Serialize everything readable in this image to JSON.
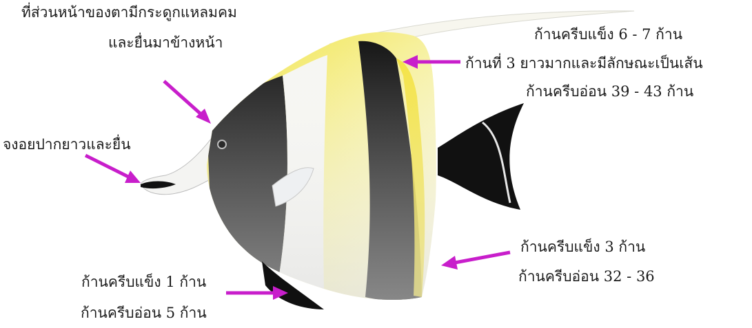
{
  "colors": {
    "arrow": "#c81ecb",
    "fish_black": "#111111",
    "fish_white": "#f7f7f4",
    "fish_yellow": "#f2e437",
    "fish_cream": "#f8f6c8"
  },
  "labels": {
    "orbit": [
      "ที่ส่วนหน้าของตามีกระดูกแหลมคม",
      "และยื่นมาข้างหน้า"
    ],
    "dorsal": [
      "ก้านครีบแข็ง 6 - 7 ก้าน",
      "ก้านที่ 3 ยาวมากและมีลักษณะเป็นเส้น",
      "ก้านครีบอ่อน 39 - 43 ก้าน"
    ],
    "snout": [
      "จงอยปากยาวและยื่น"
    ],
    "anal": [
      "ก้านครีบแข็ง 3 ก้าน",
      "ก้านครีบอ่อน 32 - 36"
    ],
    "pelvic": [
      "ก้านครีบแข็ง 1 ก้าน",
      "ก้านครีบอ่อน 5 ก้าน"
    ]
  },
  "icons": [
    "moorish-idol-fish-illustration",
    "annotation-arrow"
  ]
}
